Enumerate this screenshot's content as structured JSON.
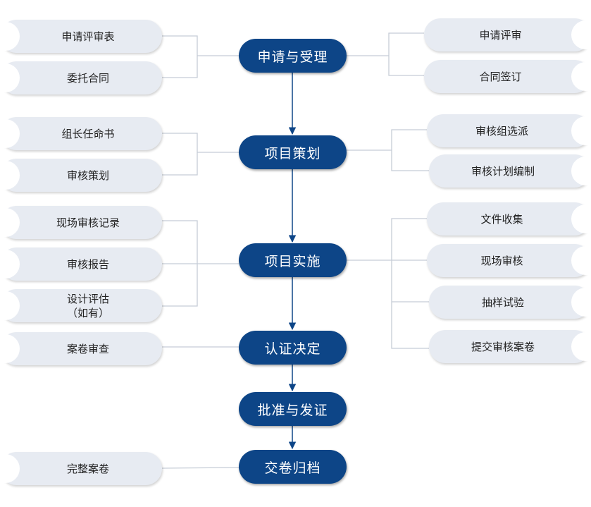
{
  "steps": [
    {
      "label": "申请与受理"
    },
    {
      "label": "项目策划"
    },
    {
      "label": "项目实施"
    },
    {
      "label": "认证决定"
    },
    {
      "label": "批准与发证"
    },
    {
      "label": "交卷归档"
    }
  ],
  "left_docs": [
    {
      "label": "申请评审表"
    },
    {
      "label": "委托合同"
    },
    {
      "label": "组长任命书"
    },
    {
      "label": "审核策划"
    },
    {
      "label": "现场审核记录"
    },
    {
      "label": "审核报告"
    },
    {
      "label": "设计评估\n（如有）"
    },
    {
      "label": "案卷审查"
    },
    {
      "label": "完整案卷"
    }
  ],
  "right_tasks": [
    {
      "label": "申请评审"
    },
    {
      "label": "合同签订"
    },
    {
      "label": "审核组选派"
    },
    {
      "label": "审核计划编制"
    },
    {
      "label": "文件收集"
    },
    {
      "label": "现场审核"
    },
    {
      "label": "抽样试验"
    },
    {
      "label": "提交审核案卷"
    }
  ],
  "colors": {
    "step_fill": "#0d4587",
    "step_text": "#ffffff",
    "side_fill": "#e7ebf2",
    "connector": "#c5ccd6",
    "arrow": "#0d4587"
  }
}
